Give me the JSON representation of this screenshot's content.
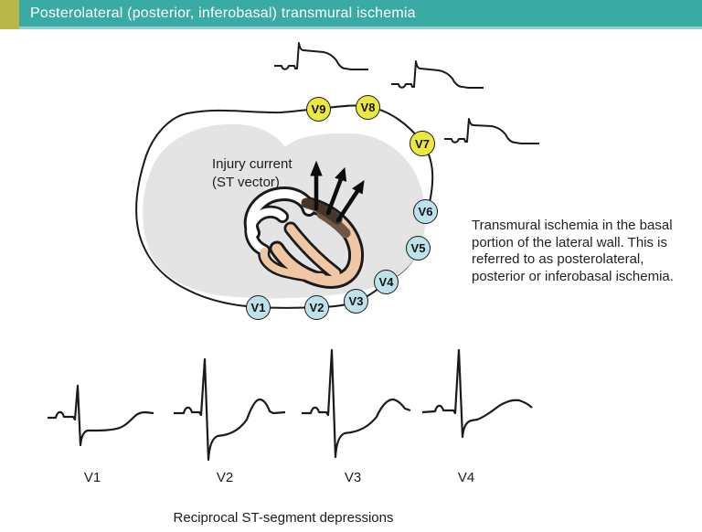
{
  "header": {
    "title": "Posterolateral (posterior, inferobasal) transmural ischemia",
    "bar_color": "#3aaaa5",
    "accent_color": "#b9b74a",
    "text_color": "#ffffff"
  },
  "torso_diagram": {
    "injury_label": "Injury current\n(ST vector)",
    "electrodes": [
      {
        "label": "V1",
        "group": "precordial"
      },
      {
        "label": "V2",
        "group": "precordial"
      },
      {
        "label": "V3",
        "group": "precordial"
      },
      {
        "label": "V4",
        "group": "precordial"
      },
      {
        "label": "V5",
        "group": "precordial"
      },
      {
        "label": "V6",
        "group": "precordial"
      },
      {
        "label": "V7",
        "group": "posterior"
      },
      {
        "label": "V8",
        "group": "posterior"
      },
      {
        "label": "V9",
        "group": "posterior"
      }
    ],
    "colors": {
      "electrode_posterior_yellow": "#ece840",
      "electrode_precordial_blue": "#bee2ec",
      "lung_gray": "#e4e4e4",
      "myocardium_pink": "#efc7a5",
      "ischemia_dark_brown": "#46362a",
      "ischemia_mid_brown": "#6e5747",
      "outline_black": "#1a1a1a"
    },
    "posterior_traces_meaning": "ST-segment elevations recorded over V7, V8, V9"
  },
  "side_note": {
    "text": "Transmural ischemia in the basal\nportion of the lateral wall. This is\nreferred to as posterolateral,\nposterior or inferobasal ischemia."
  },
  "bottom_strip": {
    "leads": [
      {
        "label": "V1"
      },
      {
        "label": "V2"
      },
      {
        "label": "V3"
      },
      {
        "label": "V4"
      }
    ],
    "caption": "Reciprocal ST-segment depressions"
  }
}
